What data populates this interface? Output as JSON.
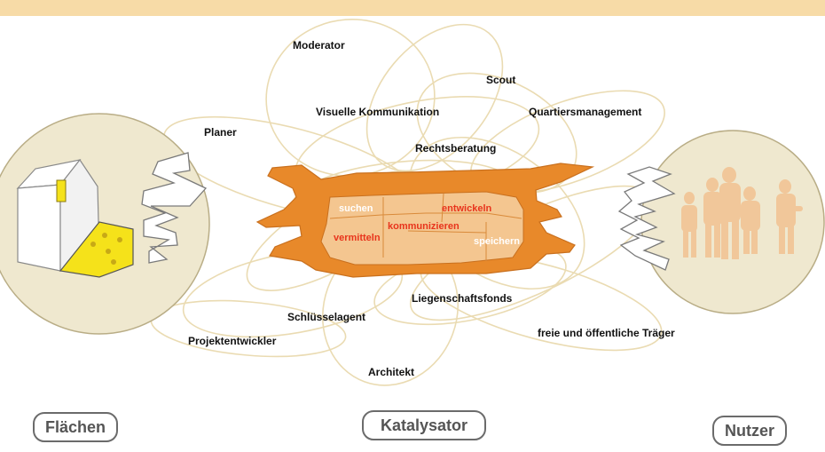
{
  "roles": {
    "moderator": "Moderator",
    "scout": "Scout",
    "visuelle": "Visuelle Kommunikation",
    "quartier": "Quartiersmanagement",
    "planer": "Planer",
    "rechtsberatung": "Rechtsberatung",
    "liegenschaftsfonds": "Liegenschaftsfonds",
    "schluesselagent": "Schlüsselagent",
    "projektentwickler": "Projektentwickler",
    "traeger": "freie und öffentliche Träger",
    "architekt": "Architekt"
  },
  "activities": {
    "suchen": "suchen",
    "entwickeln": "entwickeln",
    "kommunizieren": "kommunizieren",
    "vermitteln": "vermitteln",
    "speichern": "speichern"
  },
  "labels": {
    "flaechen": "Flächen",
    "katalysator": "Katalysator",
    "nutzer": "Nutzer"
  },
  "colors": {
    "orange": "#e8892a",
    "inner": "#f4c690",
    "circle_fill": "#efe8cf",
    "loop_stroke": "#eadbb2",
    "activity_text": "#e8341c",
    "yellow_area": "#f5e21a"
  }
}
